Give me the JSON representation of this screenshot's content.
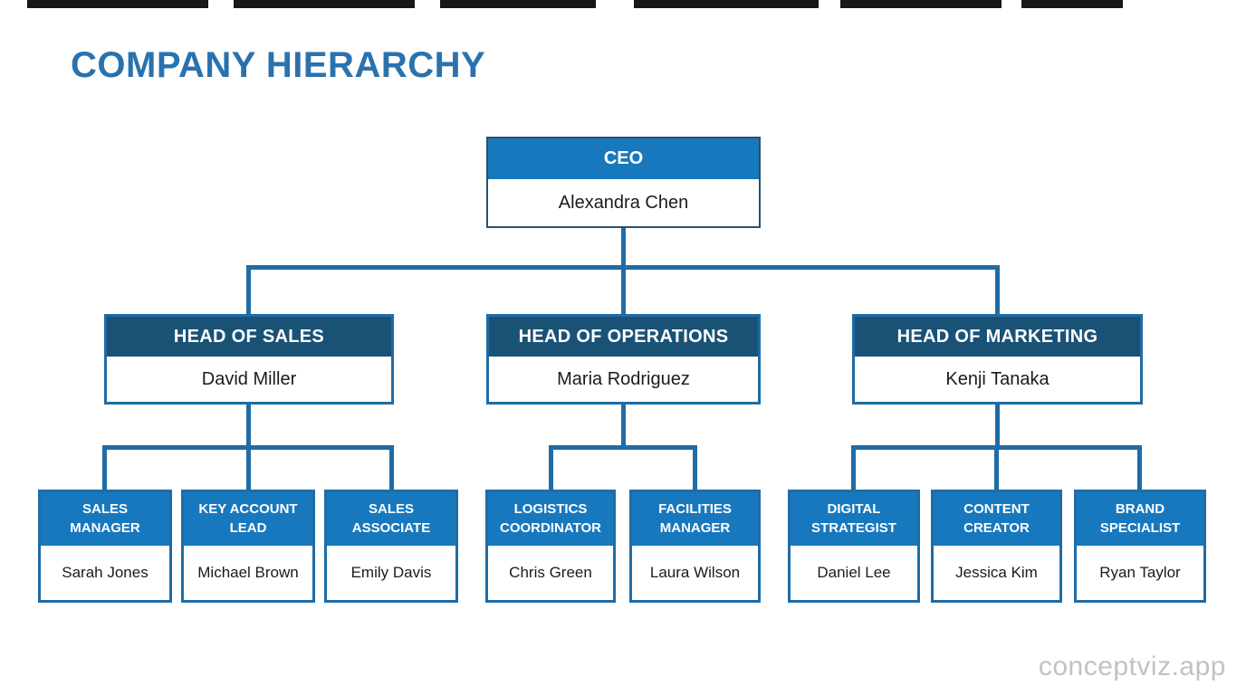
{
  "page": {
    "title": "COMPANY HIERARCHY",
    "watermark": "conceptviz.app"
  },
  "colors": {
    "connector_line": "#1f6ca6",
    "ceo_header": "#1878be",
    "department_header": "#1a5276",
    "member_header": "#1878be",
    "title_text": "#2a72ad"
  },
  "org": {
    "ceo": {
      "role": "CEO",
      "name": "Alexandra Chen"
    },
    "departments": [
      {
        "head": {
          "role": "HEAD OF SALES",
          "name": "David Miller"
        },
        "members": [
          {
            "role": "SALES MANAGER",
            "name": "Sarah Jones"
          },
          {
            "role": "KEY ACCOUNT LEAD",
            "name": "Michael Brown"
          },
          {
            "role": "SALES ASSOCIATE",
            "name": "Emily Davis"
          }
        ]
      },
      {
        "head": {
          "role": "HEAD OF OPERATIONS",
          "name": "Maria Rodriguez"
        },
        "members": [
          {
            "role": "LOGISTICS COORDINATOR",
            "name": "Chris Green"
          },
          {
            "role": "FACILITIES MANAGER",
            "name": "Laura Wilson"
          }
        ]
      },
      {
        "head": {
          "role": "HEAD OF MARKETING",
          "name": "Kenji Tanaka"
        },
        "members": [
          {
            "role": "DIGITAL STRATEGIST",
            "name": "Daniel Lee"
          },
          {
            "role": "CONTENT CREATOR",
            "name": "Jessica Kim"
          },
          {
            "role": "BRAND SPECIALIST",
            "name": "Ryan Taylor"
          }
        ]
      }
    ]
  }
}
